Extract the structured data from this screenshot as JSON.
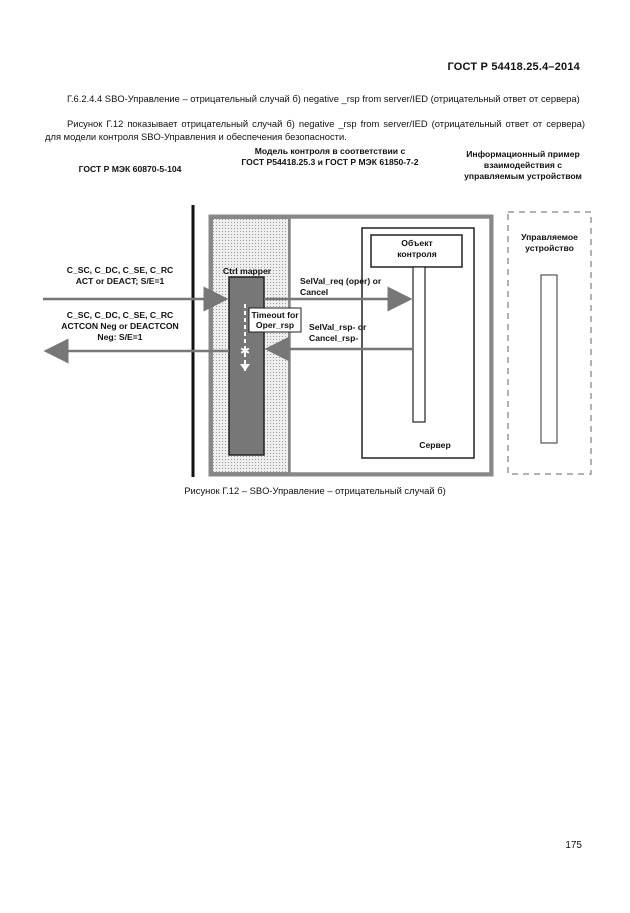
{
  "header": {
    "standard_code": "ГОСТ Р 54418.25.4–2014"
  },
  "text": {
    "paragraph1": "Г.6.2.4.4 SBO-Управление – отрицательный случай б) negative _rsp from server/IED (отрицательный ответ от сервера)",
    "paragraph2": "Рисунок Г.12 показывает отрицательный случай б) negative _rsp from server/IED (отрицательный ответ от сервера) для модели контроля SBO-Управления и обеспечения безопасности."
  },
  "figure": {
    "col_left_title": "ГОСТ Р МЭК 60870-5-104",
    "col_mid_title_line1": "Модель контроля в соответствии с",
    "col_mid_title_line2": "ГОСТ Р54418.25.3 и ГОСТ Р МЭК 61850-7-2",
    "col_right_title_line1": "Информационный пример",
    "col_right_title_line2": "взаимодействия с",
    "col_right_title_line3": "управляемым устройством",
    "ctrl_mapper": "Ctrl mapper",
    "control_object_line1": "Объект",
    "control_object_line2": "контроля",
    "server": "Сервер",
    "controlled_device_line1": "Управляемое",
    "controlled_device_line2": "устройство",
    "timeout_line1": "Timeout for",
    "timeout_line2": "Oper_rsp",
    "msg_req_line1": "C_SC, C_DC, C_SE, C_RC",
    "msg_req_line2": "ACT or DEACT; S/E=1",
    "msg_resp_line1": "C_SC, C_DC, C_SE, C_RC",
    "msg_resp_line2": "ACTCON Neg or DEACTCON",
    "msg_resp_line3": "Neg: S/E=1",
    "selval_req_line1": "SelVal_req (oper) or",
    "selval_req_line2": "Cancel",
    "selval_rsp_line1": "SelVal_rsp- or",
    "selval_rsp_line2": "Cancel_rsp-",
    "caption": "Рисунок Г.12 – SBO-Управление – отрицательный случай б)"
  },
  "footer": {
    "page_number": "175"
  }
}
